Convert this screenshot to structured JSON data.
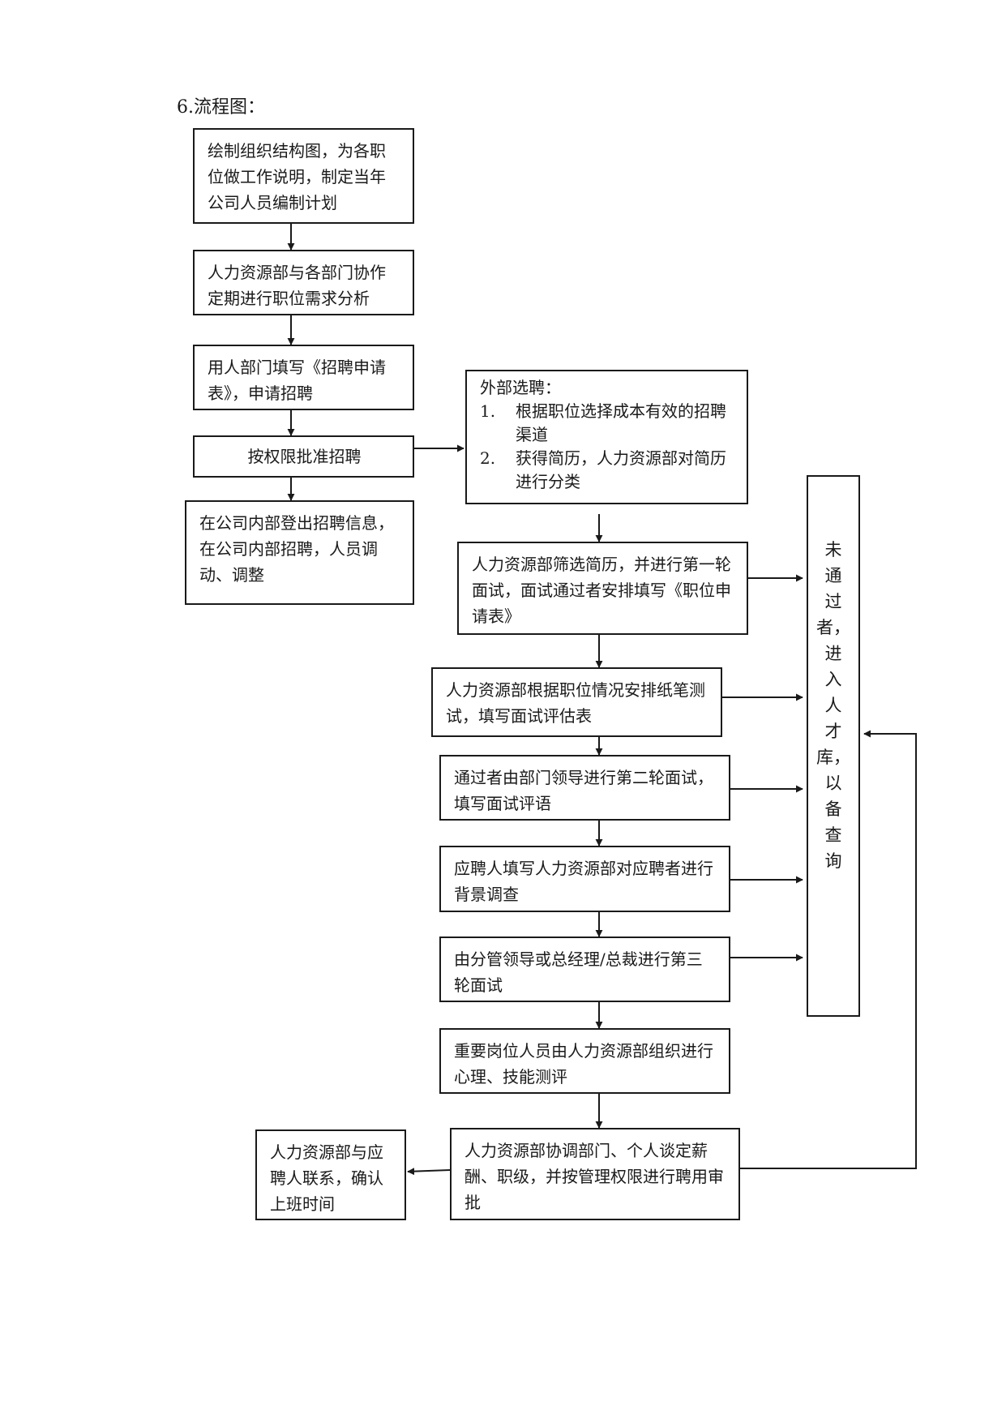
{
  "title": "6.流程图：",
  "boxes": {
    "b1": "绘制组织结构图，为各职位做工作说明，制定当年公司人员编制计划",
    "b2": "人力资源部与各部门协作定期进行职位需求分析",
    "b3": "用人部门填写《招聘申请表》，申请招聘",
    "b4": "按权限批准招聘",
    "b5": "在公司内部登出招聘信息，在公司内部招聘，人员调动、调整",
    "external_title": "外部选聘：",
    "external_items": [
      {
        "num": "1.",
        "text": "根据职位选择成本有效的招聘渠道"
      },
      {
        "num": "2.",
        "text": "获得简历，人力资源部对简历进行分类"
      }
    ],
    "r1": "人力资源部筛选简历，并进行第一轮面试，面试通过者安排填写《职位申请表》",
    "r2": "人力资源部根据职位情况安排纸笔测试，填写面试评估表",
    "r3": "通过者由部门领导进行第二轮面试，填写面试评语",
    "r4": "应聘人填写人力资源部对应聘者进行背景调查",
    "r5": "由分管领导或总经理/总裁进行第三轮面试",
    "r6": "重要岗位人员由人力资源部组织进行心理、技能测评",
    "r7": "人力资源部协调部门、个人谈定薪酬、职级，并按管理权限进行聘用审批",
    "r8": "人力资源部与应聘人联系，确认上班时间",
    "talent_pool": [
      "未",
      "通",
      "过",
      "者，",
      "进",
      "入",
      "人",
      "才",
      "库，",
      "以",
      "备",
      "查",
      "询"
    ]
  }
}
